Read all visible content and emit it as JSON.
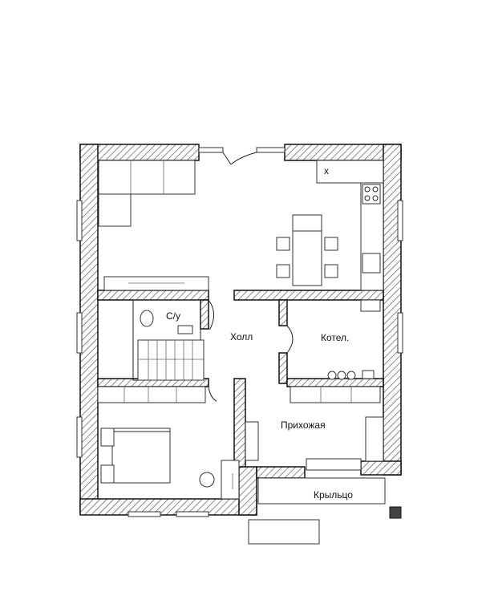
{
  "rooms": {
    "wc": "С/у",
    "hall": "Холл",
    "boiler": "Котел.",
    "entrance_hall": "Прихожая",
    "porch": "Крыльцо"
  },
  "stove_mark": "x"
}
